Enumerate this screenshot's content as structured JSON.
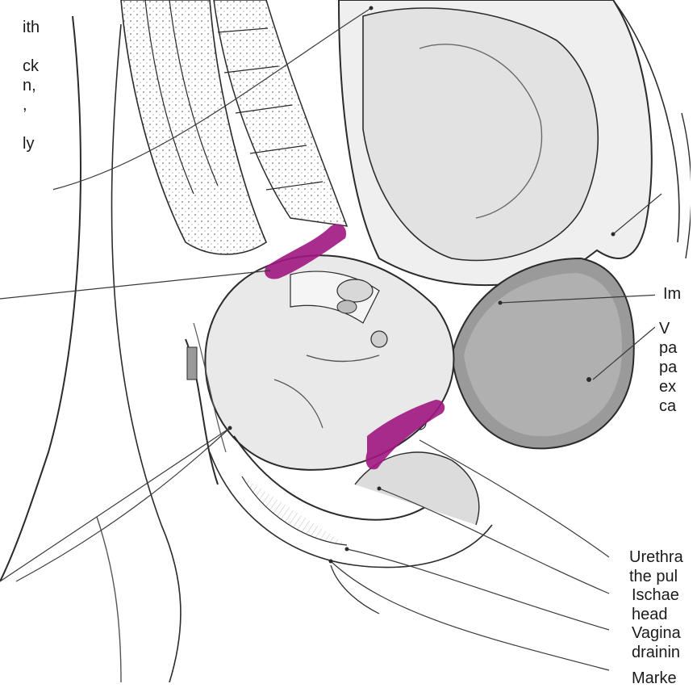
{
  "labels": {
    "top_left": "ith\n\nck\nn,\n,\n\nly",
    "implantation": "Im",
    "bladder": "V\npa\npa\nex\nca",
    "urethra": "Urethra\nthe pul",
    "ischaemia": "Ischae\nhead",
    "vaginal": "Vagina\ndrainin",
    "marked": "Marke"
  },
  "colors": {
    "background": "#ffffff",
    "outline": "#2b2b2b",
    "tissue_light": "#e6e6e6",
    "tissue_mid": "#c8c8c8",
    "bladder_fill": "#9a9a9a",
    "pressure_highlight": "#a0167f",
    "leader_line": "#3a3a3a"
  },
  "icons": [
    "pelvic-anatomy-illustration",
    "pressure-point-marker"
  ]
}
